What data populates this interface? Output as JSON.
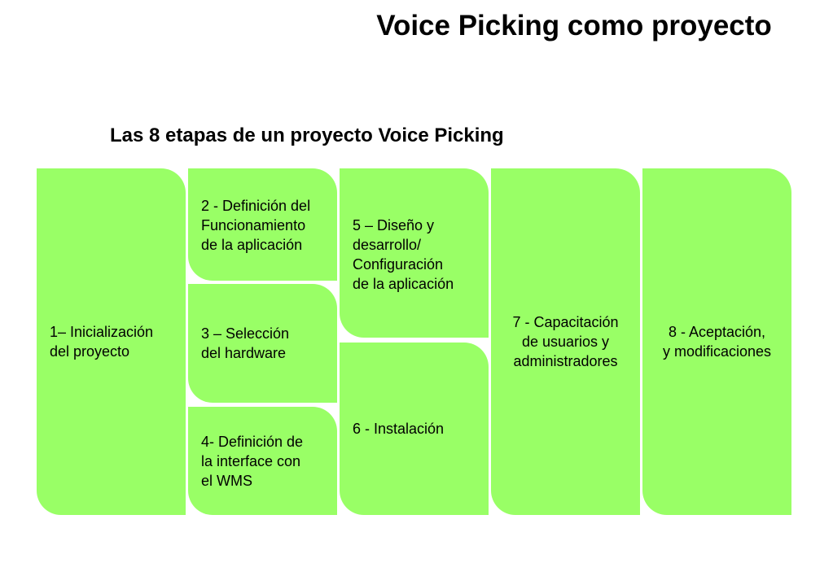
{
  "title": "Voice Picking como proyecto",
  "subtitle": "Las 8 etapas de un proyecto Voice Picking",
  "colors": {
    "box_fill": "#99ff66",
    "text": "#000000",
    "background": "#ffffff"
  },
  "stages": [
    {
      "label": "1– Inicialización\ndel proyecto"
    },
    {
      "label": "2 - Definición del\nFuncionamiento\nde la aplicación"
    },
    {
      "label": "3 – Selección\ndel hardware"
    },
    {
      "label": "4- Definición de\nla interface con\nel WMS"
    },
    {
      "label": "5 – Diseño y\ndesarrollo/\nConfiguración\nde la aplicación"
    },
    {
      "label": "6 - Instalación"
    },
    {
      "label": "7 -  Capacitación\nde usuarios y\nadministradores"
    },
    {
      "label": "8 -  Aceptación,\ny modificaciones"
    }
  ]
}
